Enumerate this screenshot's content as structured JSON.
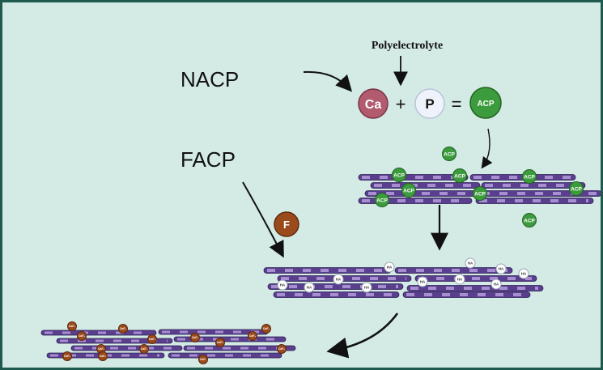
{
  "labels": {
    "nacp": "NACP",
    "facp": "FACP",
    "polyelectrolyte": "Polyelectrolyte"
  },
  "equation": {
    "ca": "Ca",
    "plus": "+",
    "p": "P",
    "equals": "=",
    "acp": "ACP"
  },
  "particles": {
    "acp": "ACP",
    "ha": "HA",
    "f": "F",
    "caf2": "CaF₂"
  },
  "colors": {
    "background": "#d3eae5",
    "border": "#1f5a4e",
    "calcium": "#b25a6e",
    "phosphate": "#eef3fb",
    "acp": "#3c9b3c",
    "fluoride": "#9b4a1c",
    "fibril_dark": "#5a3f8e",
    "fibril_light": "#b49cdc"
  }
}
